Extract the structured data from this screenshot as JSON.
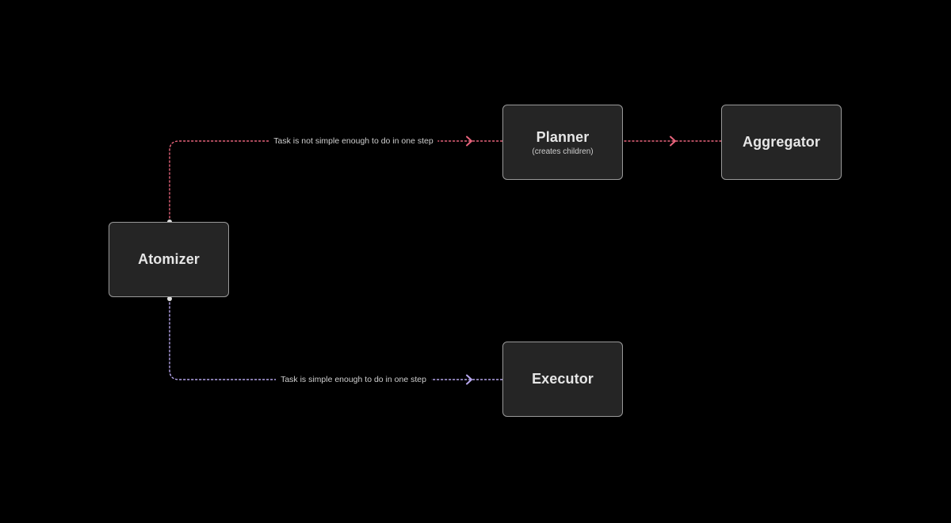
{
  "nodes": {
    "atomizer": {
      "title": "Atomizer"
    },
    "planner": {
      "title": "Planner",
      "subtitle": "(creates children)"
    },
    "aggregator": {
      "title": "Aggregator"
    },
    "executor": {
      "title": "Executor"
    }
  },
  "edges": {
    "not_simple": {
      "label": "Task is not simple enough to do in one step",
      "color": "#e8647c"
    },
    "simple": {
      "label": "Task is simple enough to do in one step",
      "color": "#b9a9f0"
    },
    "planner_to_aggregator": {
      "color": "#e8647c"
    }
  },
  "colors": {
    "background": "#000000",
    "node_fill": "#252525",
    "node_border": "#9a9a9a",
    "port_dot": "#e0e0e0"
  }
}
